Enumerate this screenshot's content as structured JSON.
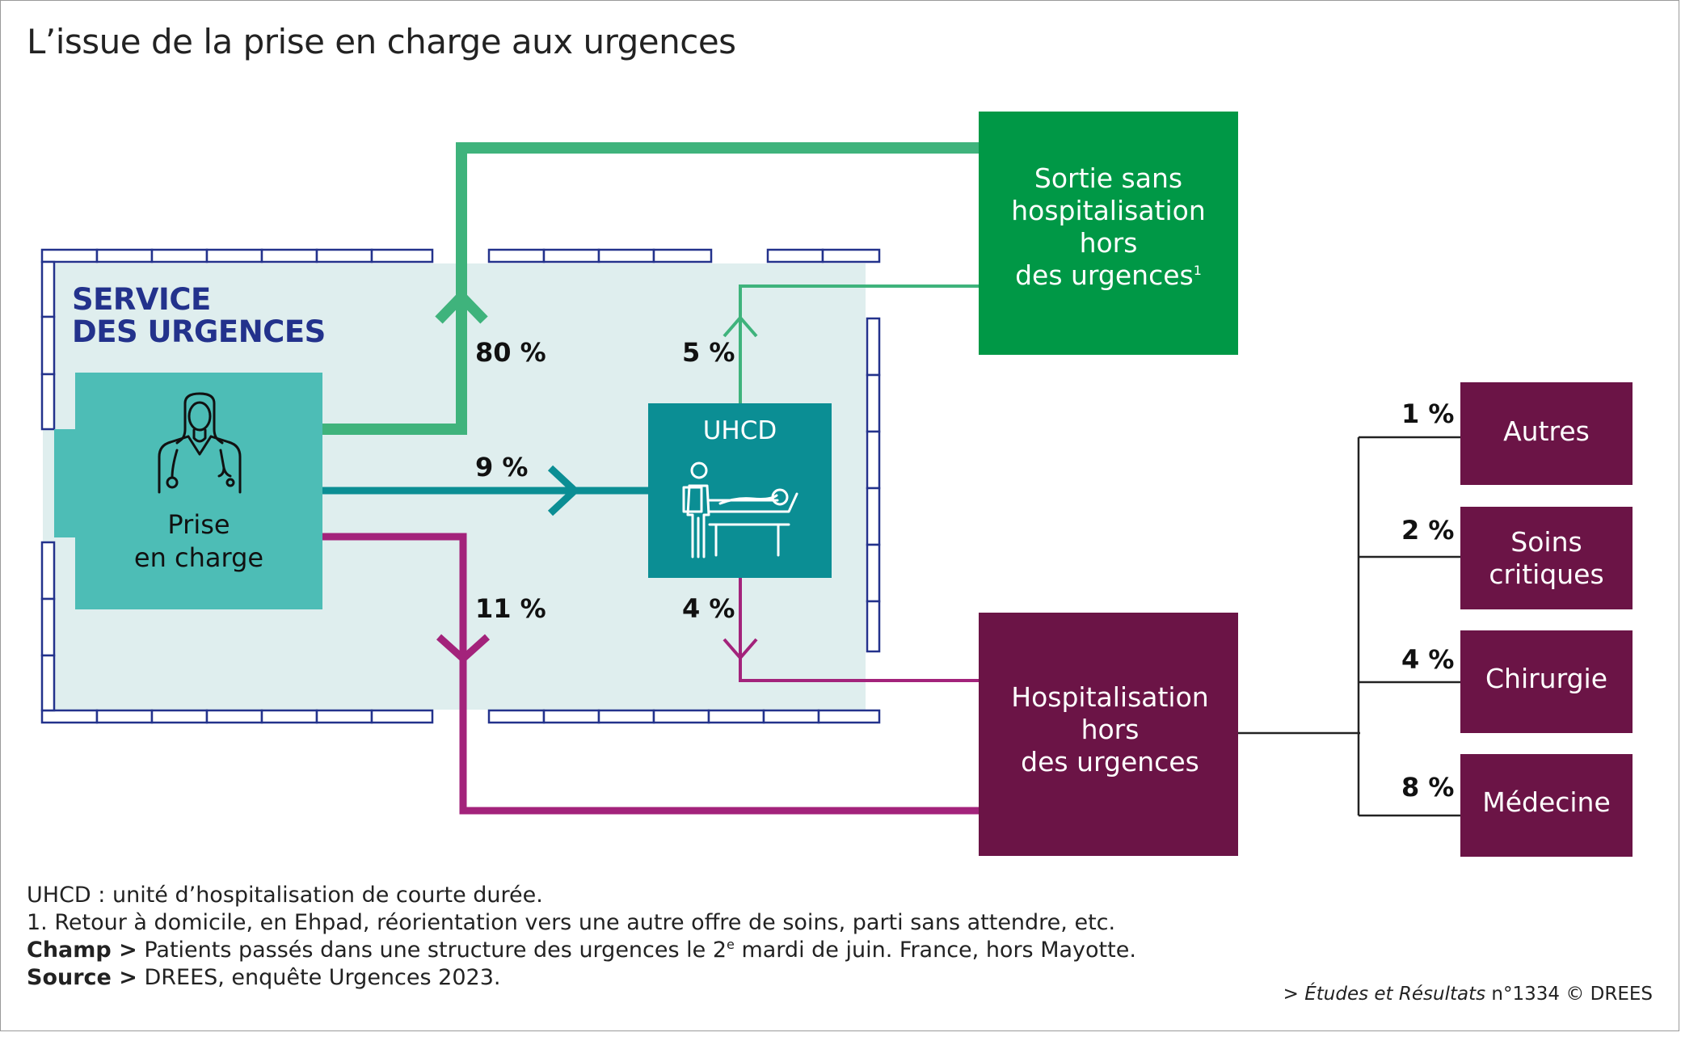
{
  "title": "L’issue de la prise en charge aux urgences",
  "service": {
    "line1": "SERVICE",
    "line2": "DES URGENCES"
  },
  "boxes": {
    "prise": {
      "line1": "Prise",
      "line2": "en charge"
    },
    "uhcd": {
      "label": "UHCD"
    },
    "sortie": {
      "line1": "Sortie sans",
      "line2": "hospitalisation",
      "line3": "hors",
      "line4": "des urgences",
      "note_ref": "1"
    },
    "hosp": {
      "line1": "Hospitalisation",
      "line2": "hors",
      "line3": "des urgences"
    },
    "autres": {
      "label": "Autres"
    },
    "soins": {
      "line1": "Soins",
      "line2": "critiques"
    },
    "chirurgie": {
      "label": "Chirurgie"
    },
    "medecine": {
      "label": "Médecine"
    }
  },
  "flows": {
    "prise_to_sortie": "80 %",
    "prise_to_uhcd": "9 %",
    "prise_to_hosp": "11 %",
    "uhcd_to_sortie": "5 %",
    "uhcd_to_hosp": "4 %",
    "to_autres": "1 %",
    "to_soins": "2 %",
    "to_chirurgie": "4 %",
    "to_medecine": "8 %"
  },
  "notes": {
    "n1": "UHCD : unité d’hospitalisation de courte durée.",
    "n2": "1. Retour à domicile, en Ehpad, réorientation vers une autre offre de soins, parti sans attendre, etc.",
    "champ_label": "Champ >",
    "champ_text_a": " Patients passés dans une structure des urgences le 2",
    "champ_sup": "e",
    "champ_text_b": " mardi de juin. France, hors Mayotte.",
    "source_label": "Source >",
    "source_text": " DREES, enquête Urgences 2023."
  },
  "credit": {
    "prefix": "> ",
    "pub": "Études et Résultats",
    "num": " n°1334 © DREES"
  },
  "colors": {
    "green": "#009846",
    "green_light": "#3fb37c",
    "teal": "#0b8e94",
    "teal_light": "#4dbdb6",
    "purple": "#6b1446",
    "magenta": "#a3237b",
    "navy": "#23328c",
    "bg_light": "#dfeeee"
  }
}
